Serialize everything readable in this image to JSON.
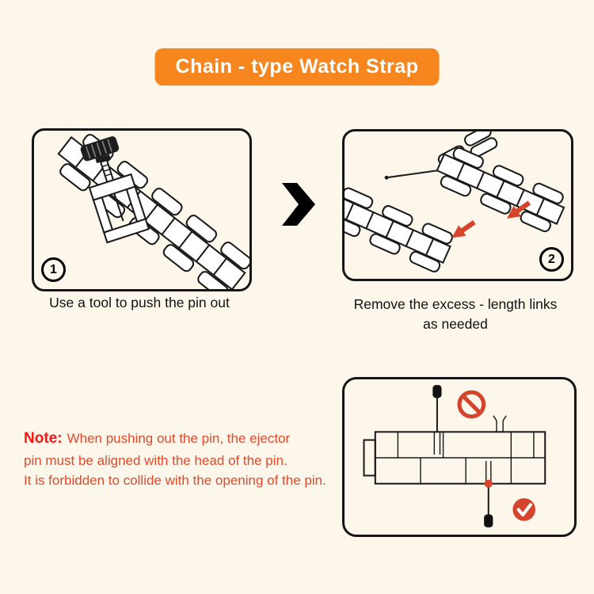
{
  "banner": {
    "title": "Chain - type Watch Strap",
    "bg_color": "#F6861D",
    "text_color": "#FFFFFF"
  },
  "steps": [
    {
      "number": "1",
      "caption": "Use a tool to push the pin out"
    },
    {
      "number": "2",
      "caption": "Remove the excess - length links\nas needed"
    }
  ],
  "note": {
    "label": "Note:",
    "text": "When pushing out the pin, the ejector\npin must be aligned with the head of the pin.\nIt is forbidden to collide with the opening of the pin.",
    "label_color": "#FF1414",
    "text_color": "#E2492C"
  },
  "icons": {
    "chevron": "chevron-right-icon",
    "arrows": "red-arrow-icon",
    "prohibition": "prohibition-icon",
    "check": "checkmark-icon"
  },
  "colors": {
    "background": "#FDF7EB",
    "panel_border": "#151515",
    "red_accent": "#D5442C",
    "note_red": "#FF1414",
    "note_body": "#E2492C",
    "banner_orange": "#F6861D"
  }
}
